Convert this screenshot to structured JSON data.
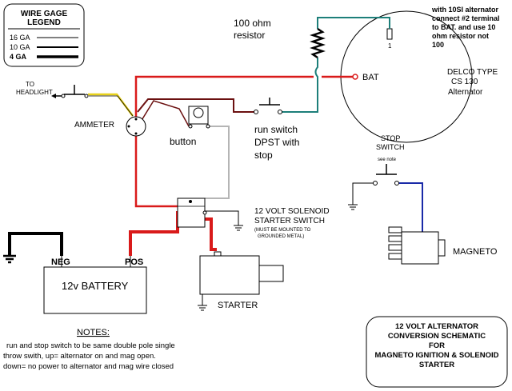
{
  "legend": {
    "title_line1": "WIRE GAGE",
    "title_line2": "LEGEND",
    "items": [
      {
        "label": "16 GA"
      },
      {
        "label": "10 GA"
      },
      {
        "label": "4 GA"
      }
    ]
  },
  "labels": {
    "resistor_line1": "100 ohm",
    "resistor_line2": "resistor",
    "note_alt_line1": "with 10SI alternator",
    "note_alt_line2": "connect #2 terminal",
    "note_alt_line3": "to BAT. and use 10",
    "note_alt_line4": "ohm resistor not",
    "note_alt_line5": "100",
    "terminal_1": "1",
    "bat": "BAT",
    "alt_line1": "DELCO TYPE",
    "alt_line2": "CS 130",
    "alt_line3": "Alternator",
    "headlight_line1": "TO",
    "headlight_line2": "HEADLIGHT",
    "ammeter": "AMMETER",
    "button": "button",
    "run_switch_line1": "run switch",
    "run_switch_line2": "DPST with",
    "run_switch_line3": "stop",
    "stop_switch_line1": "STOP",
    "stop_switch_line2": "SWITCH",
    "see_note": "see note",
    "solenoid_line1": "12 VOLT SOLENOID",
    "solenoid_line2": "STARTER SWITCH",
    "solenoid_line3": "(MUST BE MOUNTED TO",
    "solenoid_line4": "GROUNDED METAL)",
    "neg": "NEG",
    "pos": "POS",
    "battery": "12v BATTERY",
    "starter": "STARTER",
    "magneto": "MAGNETO"
  },
  "notes": {
    "heading": "NOTES:",
    "line1": "run and stop switch to be same double pole single",
    "line2": "throw swith,  up= alternator on and mag open.",
    "line3": "down= no power to alternator and mag wire closed"
  },
  "title_box": {
    "line1": "12 VOLT ALTERNATOR",
    "line2": "CONVERSION SCHEMATIC",
    "line3": "FOR",
    "line4": "MAGNETO IGNITION & SOLENOID",
    "line5": "STARTER"
  },
  "colors": {
    "red": "#d91a1a",
    "dark_red": "#6b1010",
    "teal": "#1d7f7a",
    "blue": "#1a2aa8",
    "yellow": "#e8d21a",
    "gray": "#b5b5b5",
    "black": "#000000"
  }
}
